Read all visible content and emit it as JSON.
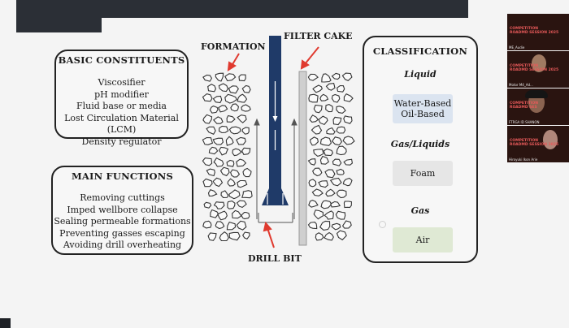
{
  "basic_constituents": {
    "title": "BASIC CONSTITUENTS",
    "items": [
      "Viscosifier",
      "pH modifier",
      "Fluid base or media",
      "Lost Circulation Material (LCM)",
      "Density regulator"
    ]
  },
  "main_functions": {
    "title": "MAIN FUNCTIONS",
    "items": [
      "Removing cuttings",
      "Imped  wellbore collapse",
      "Sealing permeable formations",
      "Preventing gasses escaping",
      "Avoiding drill overheating"
    ]
  },
  "diagram": {
    "formation_label": "FORMATION",
    "filter_cake_label": "FILTER CAKE",
    "drill_bit_label": "DRILL BIT",
    "arrow_color": "#e03a2f",
    "pipe_color": "#1f3a68"
  },
  "classification": {
    "title": "CLASSIFICATION",
    "liquid_label": "Liquid",
    "liquid_items": [
      "Water-Based",
      "Oil-Based"
    ],
    "gas_liquids_label": "Gas/Liquids",
    "gas_liquids_item": "Foam",
    "gas_label": "Gas",
    "gas_item": "Air"
  },
  "participants": [
    {
      "badge": "COMPETITION\nROADMD SESSION 2025",
      "name": "ME_Audie"
    },
    {
      "badge": "COMPETITION\nROADMD SESSION 2025",
      "name": "Motor M4_Ad..."
    },
    {
      "badge": "COMPETITION\nROADMD SES",
      "name": "FTRGA ID SHANON"
    },
    {
      "badge": "COMPETITION\nROADMD SESSION 2025",
      "name": "Hiroyuki Ikon Arie"
    }
  ]
}
